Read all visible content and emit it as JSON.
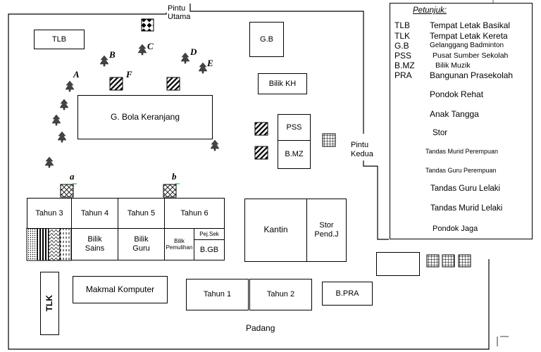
{
  "entrances": {
    "main": "Pintu\nUtama",
    "second": "Pintu\nKedua"
  },
  "buildings": {
    "tlb": "TLB",
    "gb": "G.B",
    "bilik_kh": "Bilik KH",
    "bola_keranjang": "G. Bola Keranjang",
    "pss": "PSS",
    "bmz": "B.MZ",
    "tahun3": "Tahun 3",
    "tahun4": "Tahun 4",
    "tahun5": "Tahun 5",
    "tahun6": "Tahun 6",
    "bilik_sains": "Bilik\nSains",
    "bilik_guru": "Bilik\nGuru",
    "bilik_pemulihan": "Bilik\nPemulihan",
    "pej_sek": "Pej.Sek",
    "bgb": "B.GB",
    "kantin": "Kantin",
    "stor_pendj": "Stor\nPend.J",
    "tlk": "TLK",
    "makmal": "Makmal Komputer",
    "tahun1": "Tahun 1",
    "tahun2": "Tahun 2",
    "bpra": "B.PRA",
    "padang": "Padang"
  },
  "tree_letters": [
    "A",
    "B",
    "C",
    "D",
    "E",
    "F",
    "a",
    "b"
  ],
  "legend": {
    "title": "Petunjuk:",
    "abbreviations": [
      {
        "key": "TLB",
        "text": "Tempat Letak Basikal"
      },
      {
        "key": "TLK",
        "text": "Tempat Letak Kereta"
      },
      {
        "key": "G.B",
        "text": "Gelanggang Badminton"
      },
      {
        "key": "PSS",
        "text": "Pusat Sumber Sekolah"
      },
      {
        "key": "B.MZ",
        "text": "Bilik Muzik"
      },
      {
        "key": "PRA",
        "text": "Bangunan  Prasekolah"
      }
    ],
    "symbols": [
      {
        "pattern": "diagonal-hatch",
        "text": "Pondok  Rehat"
      },
      {
        "pattern": "cross-hatch",
        "text": "Anak Tangga"
      },
      {
        "pattern": "grid",
        "text": "Stor"
      },
      {
        "pattern": "dots",
        "text": "Tandas Murid Perempuan"
      },
      {
        "pattern": "vertical-stripes",
        "text": "Tandas Guru Perempuan"
      },
      {
        "pattern": "waves",
        "text": "Tandas Guru Lelaki"
      },
      {
        "pattern": "dashes",
        "text": "Tandas Murid Lelaki"
      },
      {
        "pattern": "checker-diamond",
        "text": "Pondok Jaga"
      }
    ]
  }
}
